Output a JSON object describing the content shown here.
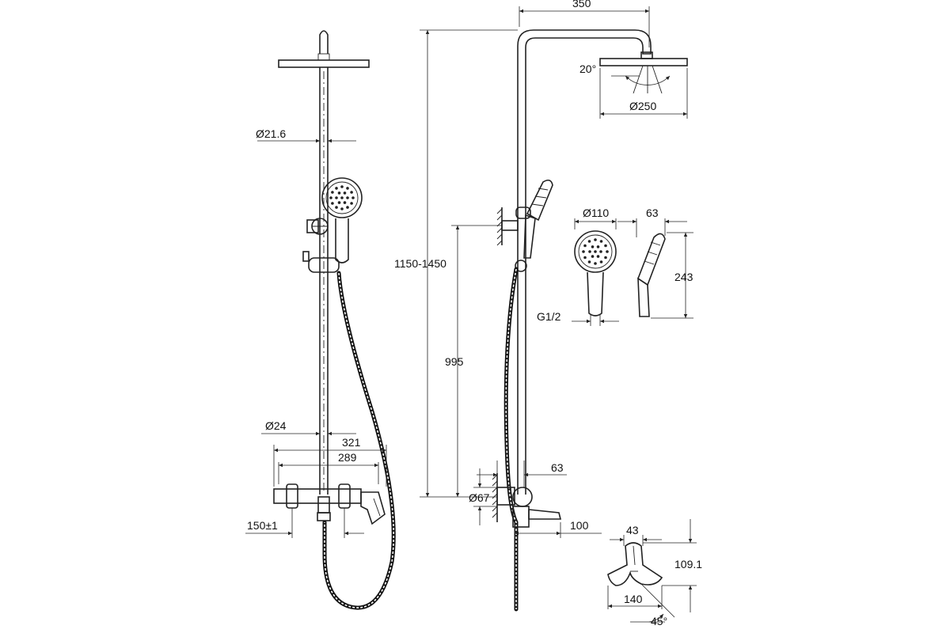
{
  "drawing": {
    "dimensions": {
      "overhead_arm": "350",
      "rain_angle": "20°",
      "rain_diameter": "Ø250",
      "column_diameter": "Ø21.6",
      "height_range": "1150-1450",
      "hand_diameter": "Ø110",
      "hand_depth": "63",
      "hand_length": "243",
      "hand_thread": "G1/2",
      "lower_height": "995",
      "bar_diameter": "Ø24",
      "mixer_width": "321",
      "mixer_inner": "289",
      "inlet_spacing": "150±1",
      "mixer_depth": "63",
      "body_diameter": "Ø67",
      "spout_length": "100",
      "handle_width": "43",
      "handle_height": "109.1",
      "handle_span": "140",
      "handle_angle": "45°"
    }
  }
}
